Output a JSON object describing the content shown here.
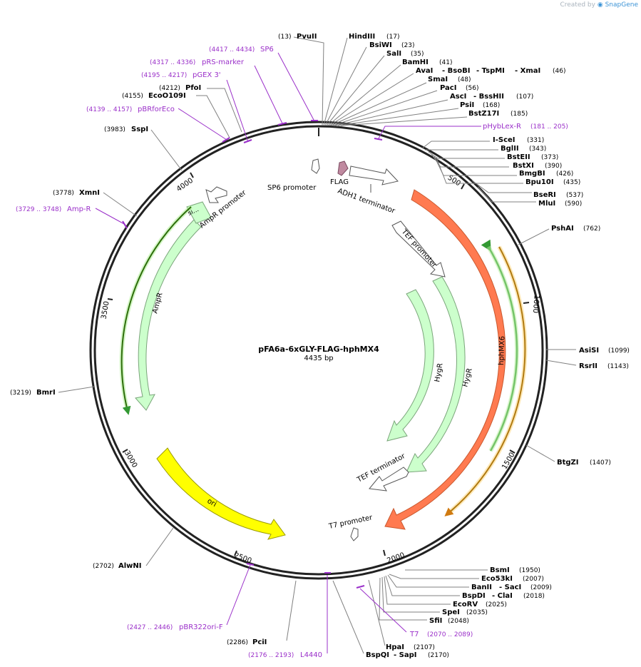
{
  "credit": {
    "prefix": "Created by",
    "brand": "SnapGene"
  },
  "plasmid": {
    "name": "pFA6a-6xGLY-FLAG-hphMX4",
    "size": "4435 bp"
  },
  "ticks": [
    "500",
    "1000",
    "1500",
    "2000",
    "2500",
    "3000",
    "3500",
    "4000"
  ],
  "enzymes": [
    {
      "parts": [
        "PvuII"
      ],
      "pos": "(13)"
    },
    {
      "parts": [
        "HindIII"
      ],
      "pos": "(17)"
    },
    {
      "parts": [
        "BsiWI"
      ],
      "pos": "(23)"
    },
    {
      "parts": [
        "SalI"
      ],
      "pos": "(35)"
    },
    {
      "parts": [
        "BamHI"
      ],
      "pos": "(41)"
    },
    {
      "parts": [
        "AvaI",
        "- BsoBI",
        "- TspMI",
        "- XmaI"
      ],
      "pos": "(46)"
    },
    {
      "parts": [
        "SmaI"
      ],
      "pos": "(48)"
    },
    {
      "parts": [
        "PacI"
      ],
      "pos": "(56)"
    },
    {
      "parts": [
        "AscI",
        "- BssHII"
      ],
      "pos": "(107)"
    },
    {
      "parts": [
        "PsiI"
      ],
      "pos": "(168)"
    },
    {
      "parts": [
        "BstZ17I"
      ],
      "pos": "(185)"
    },
    {
      "parts": [
        "I-SceI"
      ],
      "pos": "(331)"
    },
    {
      "parts": [
        "BglII"
      ],
      "pos": "(343)"
    },
    {
      "parts": [
        "BstEII"
      ],
      "pos": "(373)"
    },
    {
      "parts": [
        "BstXI"
      ],
      "pos": "(390)"
    },
    {
      "parts": [
        "BmgBI"
      ],
      "pos": "(426)"
    },
    {
      "parts": [
        "Bpu10I"
      ],
      "pos": "(435)"
    },
    {
      "parts": [
        "BseRI"
      ],
      "pos": "(537)"
    },
    {
      "parts": [
        "MluI"
      ],
      "pos": "(590)"
    },
    {
      "parts": [
        "PshAI"
      ],
      "pos": "(762)"
    },
    {
      "parts": [
        "AsiSI"
      ],
      "pos": "(1099)"
    },
    {
      "parts": [
        "RsrII"
      ],
      "pos": "(1143)"
    },
    {
      "parts": [
        "BtgZI"
      ],
      "pos": "(1407)"
    },
    {
      "parts": [
        "BsmI"
      ],
      "pos": "(1950)"
    },
    {
      "parts": [
        "Eco53kI"
      ],
      "pos": "(2007)"
    },
    {
      "parts": [
        "BanII",
        "- SacI"
      ],
      "pos": "(2009)"
    },
    {
      "parts": [
        "BspDI",
        "- ClaI"
      ],
      "pos": "(2018)"
    },
    {
      "parts": [
        "EcoRV"
      ],
      "pos": "(2025)"
    },
    {
      "parts": [
        "SpeI"
      ],
      "pos": "(2035)"
    },
    {
      "parts": [
        "SfiI"
      ],
      "pos": "(2048)"
    },
    {
      "parts": [
        "HpaI"
      ],
      "pos": "(2107)"
    },
    {
      "parts": [
        "BspQI",
        "- SapI"
      ],
      "pos": "(2170)"
    },
    {
      "parts": [
        "PciI"
      ],
      "pos": "(2286)"
    },
    {
      "parts": [
        "AlwNI"
      ],
      "pos": "(2702)"
    },
    {
      "parts": [
        "BmrI"
      ],
      "pos": "(3219)"
    },
    {
      "parts": [
        "XmnI"
      ],
      "pos": "(3778)"
    },
    {
      "parts": [
        "SspI"
      ],
      "pos": "(3983)"
    },
    {
      "parts": [
        "EcoO109I"
      ],
      "pos": "(4155)"
    },
    {
      "parts": [
        "PfoI"
      ],
      "pos": "(4212)"
    }
  ],
  "primers": [
    {
      "name": "SP6",
      "range": "(4417 .. 4434)"
    },
    {
      "name": "pRS-marker",
      "range": "(4317 .. 4336)"
    },
    {
      "name": "pGEX 3'",
      "range": "(4195 .. 4217)"
    },
    {
      "name": "pBRforEco",
      "range": "(4139 .. 4157)"
    },
    {
      "name": "pHybLex-R",
      "range": "(181 .. 205)"
    },
    {
      "name": "Amp-R",
      "range": "(3729 .. 3748)"
    },
    {
      "name": "T7",
      "range": "(2070 .. 2089)"
    },
    {
      "name": "L4440",
      "range": "(2176 .. 2193)"
    },
    {
      "name": "pBR322ori-F",
      "range": "(2427 .. 2446)"
    }
  ],
  "features": {
    "sp6_promoter": "SP6 promoter",
    "flag": "FLAG",
    "adh1_terminator": "ADH1 terminator",
    "ampr_promoter": "AmpR promoter",
    "signal": "si...",
    "ampr": "AmpR",
    "tef_promoter": "TEF promoter",
    "hygr_inner": "HygR",
    "hygr_outer": "HygR",
    "hphmx6": "hphMX6",
    "tef_terminator": "TEF terminator",
    "t7_promoter": "T7 promoter",
    "ori": "ori"
  },
  "colors": {
    "backbone": "#222222",
    "enzyme_line": "#808080",
    "primer": "#9a2fc9",
    "hphmx6": "#ff7a50",
    "hygr": "#ccffcc",
    "ori": "#ffff00",
    "flag": "#c08aa0",
    "promoter": "#ffffff",
    "primer_arrow_green": "#339933",
    "primer_arrow_orange": "#f0a030"
  }
}
